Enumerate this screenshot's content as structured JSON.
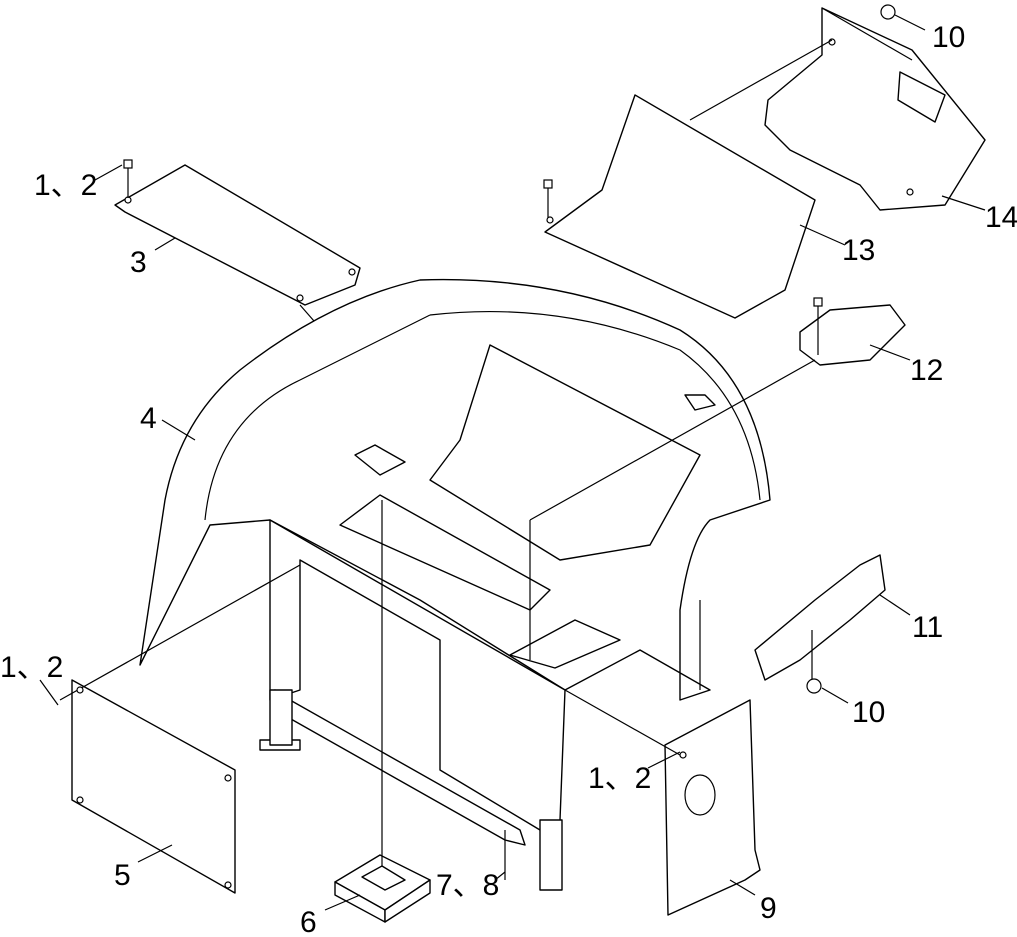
{
  "diagram": {
    "type": "exploded-parts-view",
    "callouts": [
      {
        "id": "c-1-2-top",
        "label": "1、2"
      },
      {
        "id": "c-3",
        "label": "3"
      },
      {
        "id": "c-4",
        "label": "4"
      },
      {
        "id": "c-1-2-left",
        "label": "1、2"
      },
      {
        "id": "c-5",
        "label": "5"
      },
      {
        "id": "c-6",
        "label": "6"
      },
      {
        "id": "c-7-8",
        "label": "7、8"
      },
      {
        "id": "c-1-2-right",
        "label": "1、2"
      },
      {
        "id": "c-9",
        "label": "9"
      },
      {
        "id": "c-10-top",
        "label": "10"
      },
      {
        "id": "c-14",
        "label": "14"
      },
      {
        "id": "c-13",
        "label": "13"
      },
      {
        "id": "c-12",
        "label": "12"
      },
      {
        "id": "c-11",
        "label": "11"
      },
      {
        "id": "c-10-bottom",
        "label": "10"
      }
    ]
  }
}
